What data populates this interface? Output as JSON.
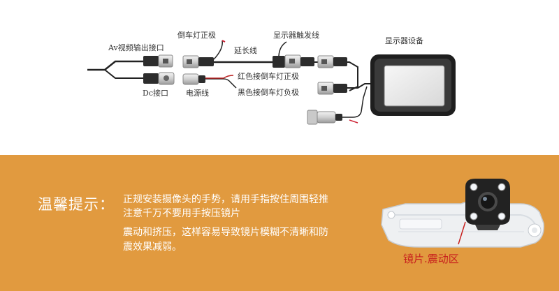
{
  "diagram": {
    "labels": {
      "av_output": "Av视频输出接口",
      "reverse_positive": "倒车灯正极",
      "display_trigger": "显示器触发线",
      "display_device": "显示器设备",
      "extension_cable": "延长线",
      "red_wire": "红色接倒车灯正极",
      "black_wire": "黑色接倒车灯负极",
      "dc_port": "Dc接口",
      "power_cable": "电源线"
    }
  },
  "tips": {
    "title": "温馨提示：",
    "lines": [
      "正规安装摄像头的手势，请用手指按住周围轻推",
      "注意千万不要用手按压镜片",
      "震动和挤压，这样容易导致镜片模糊不清晰和防",
      "震效果减弱。"
    ],
    "lens_label": "镜片.震动区"
  },
  "colors": {
    "panel_background": "#e19a3f",
    "lens_label": "#c8201e"
  }
}
